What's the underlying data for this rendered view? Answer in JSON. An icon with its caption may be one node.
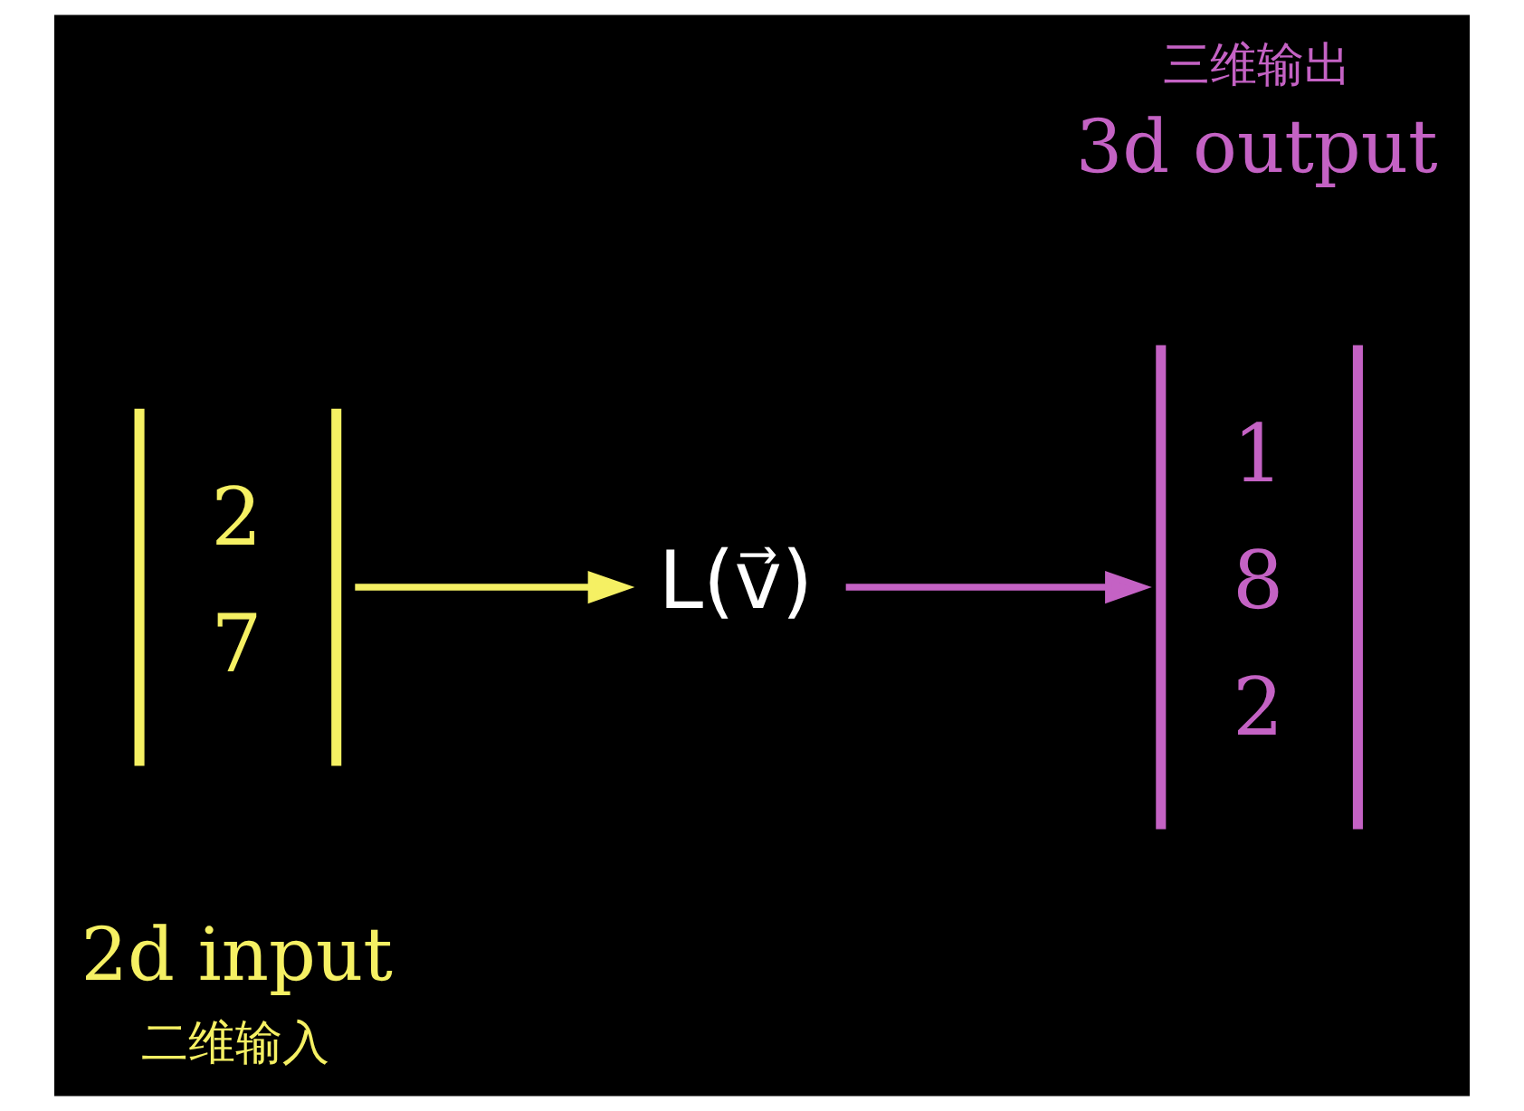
{
  "diagram": {
    "nodes": [
      {
        "text": [
          "2",
          "7"
        ],
        "beside": [
          "2d input",
          "二维输入"
        ]
      },
      {
        "text": [
          "L(v⃗)"
        ]
      },
      {
        "text": [
          "1",
          "8",
          "2"
        ],
        "beside": [
          "三维输出",
          "3d output"
        ]
      }
    ],
    "edges": [
      {
        "from": 0,
        "to": 1,
        "arrow": "to",
        "color": "#f5f063"
      },
      {
        "from": 1,
        "to": 2,
        "arrow": "to",
        "color": "#c462c4"
      }
    ]
  }
}
